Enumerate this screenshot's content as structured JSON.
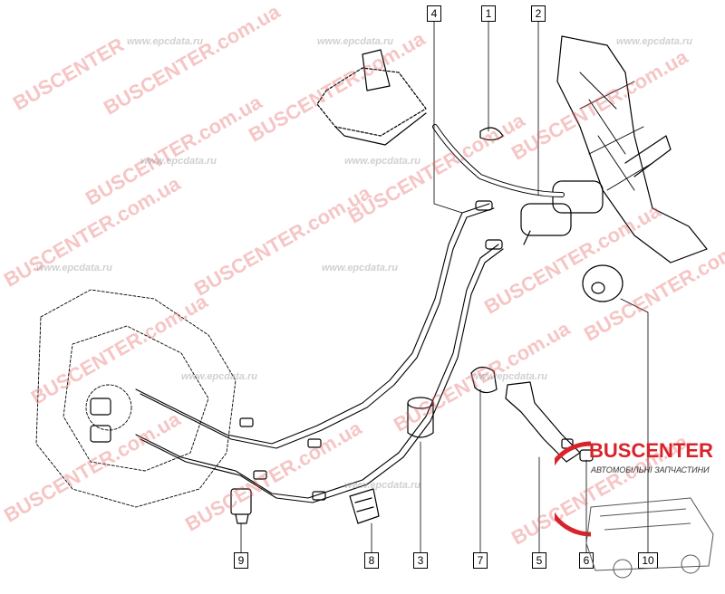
{
  "callouts": [
    {
      "id": "c1",
      "label": "1"
    },
    {
      "id": "c2",
      "label": "2"
    },
    {
      "id": "c3",
      "label": "3"
    },
    {
      "id": "c4",
      "label": "4"
    },
    {
      "id": "c5",
      "label": "5"
    },
    {
      "id": "c6",
      "label": "6"
    },
    {
      "id": "c7",
      "label": "7"
    },
    {
      "id": "c8",
      "label": "8"
    },
    {
      "id": "c9",
      "label": "9"
    },
    {
      "id": "c10",
      "label": "10"
    }
  ],
  "watermarks": {
    "brand": "BUSCENTER.com.ua",
    "brand_short": "BUSCENTER",
    "site": "www.epcdata.ru"
  },
  "logo": {
    "name": "BUSCENTER",
    "tagline": "АВТОМОБІЛЬНІ ЗАПЧАСТИНИ",
    "colors": {
      "accent": "#d9232a",
      "text": "#333333"
    }
  }
}
